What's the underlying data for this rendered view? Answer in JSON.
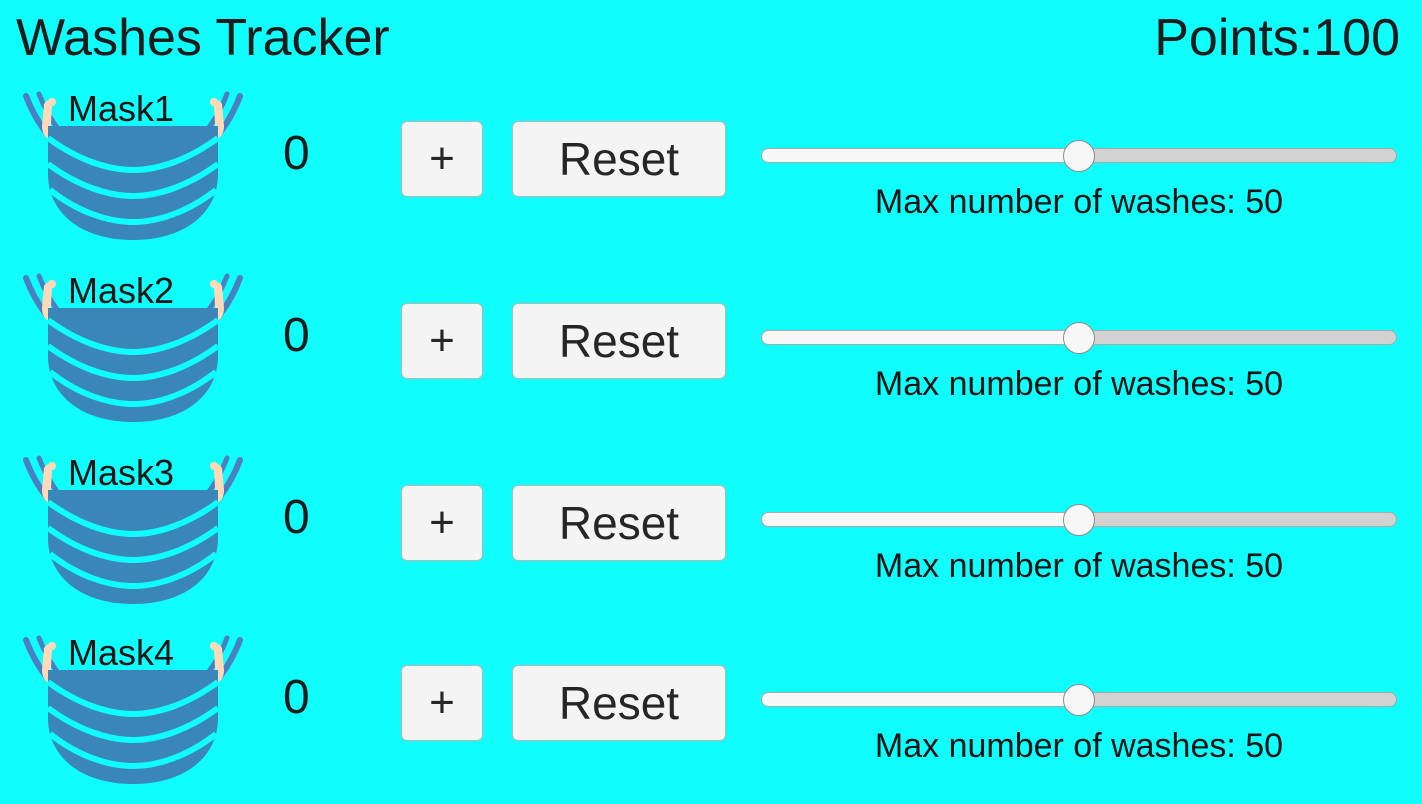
{
  "app": {
    "title": "Washes Tracker",
    "background_color": "#0ffdfd",
    "text_color": "#1c1c1c"
  },
  "header": {
    "title": "Washes Tracker",
    "points_label": "Points:",
    "points_value": "100"
  },
  "controls": {
    "increment_label": "+",
    "reset_label": "Reset",
    "button_face_color": "#f4f4f4",
    "button_border_color": "#b6b6b6"
  },
  "slider": {
    "caption_prefix": "Max number of washes: ",
    "track_color": "#d2d2d2",
    "fill_color": "#f7f7f7",
    "thumb_color": "#f7f7f7"
  },
  "mask_icon": {
    "name": "face-mask-icon",
    "body_color": "#3a86b8",
    "strap_color": "#4a7fc1",
    "ear_color": "#ffd9b8"
  },
  "rows": [
    {
      "mask_label": "Mask1",
      "count": "0",
      "increment_label": "+",
      "reset_label": "Reset",
      "max_washes": "50",
      "slider_caption": "Max number of washes: 50",
      "slider_percent": 50
    },
    {
      "mask_label": "Mask2",
      "count": "0",
      "increment_label": "+",
      "reset_label": "Reset",
      "max_washes": "50",
      "slider_caption": "Max number of washes: 50",
      "slider_percent": 50
    },
    {
      "mask_label": "Mask3",
      "count": "0",
      "increment_label": "+",
      "reset_label": "Reset",
      "max_washes": "50",
      "slider_caption": "Max number of washes: 50",
      "slider_percent": 50
    },
    {
      "mask_label": "Mask4",
      "count": "0",
      "increment_label": "+",
      "reset_label": "Reset",
      "max_washes": "50",
      "slider_caption": "Max number of washes: 50",
      "slider_percent": 50
    }
  ]
}
